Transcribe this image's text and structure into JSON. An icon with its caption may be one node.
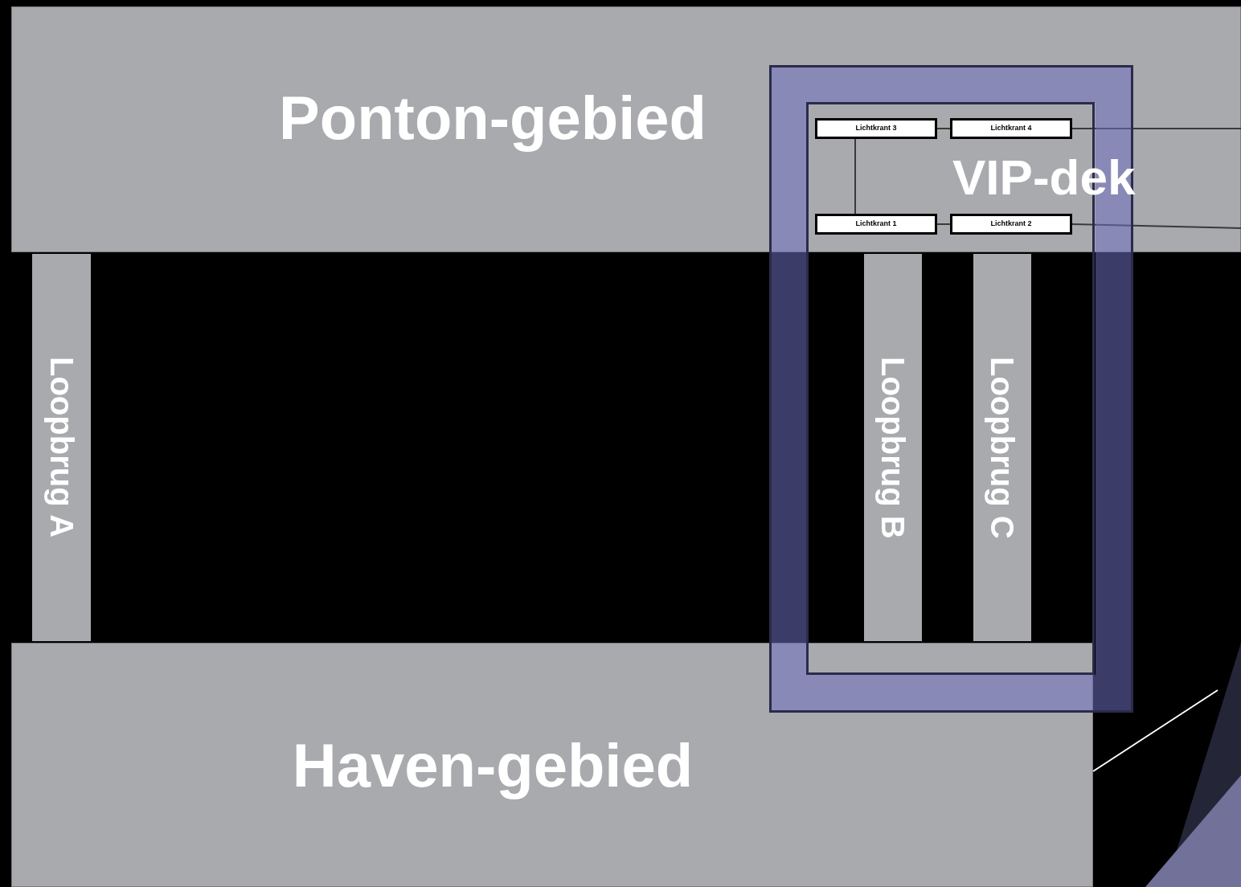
{
  "diagram": {
    "nodes": [
      {
        "text": [
          "Ponton-gebied"
        ]
      },
      {
        "text": [
          "Lichtkrant 3"
        ],
        "in": 0
      },
      {
        "text": [
          "Lichtkrant 4"
        ],
        "in": 0
      },
      {
        "text": [
          "Lichtkrant 1"
        ],
        "in": 0
      },
      {
        "text": [
          "Lichtkrant 2"
        ],
        "in": 0
      },
      {
        "text": [
          "Loopbrug A"
        ]
      },
      {
        "text": [
          "Loopbrug B"
        ]
      },
      {
        "text": [
          "Loopbrug C"
        ]
      },
      {
        "text": [
          "Haven-gebied"
        ]
      }
    ],
    "edges": [
      {
        "from": 1,
        "to": 2,
        "arrow": "none"
      },
      {
        "from": 1,
        "to": 3,
        "arrow": "none"
      },
      {
        "from": 3,
        "to": 4,
        "arrow": "none"
      },
      {
        "from": 2,
        "to": null,
        "arrow": "none"
      },
      {
        "from": 4,
        "to": null,
        "arrow": "none"
      },
      {
        "from": 8,
        "to": null,
        "arrow": "none",
        "color": "#ffffff"
      }
    ],
    "labels": [
      "VIP-dek"
    ]
  }
}
